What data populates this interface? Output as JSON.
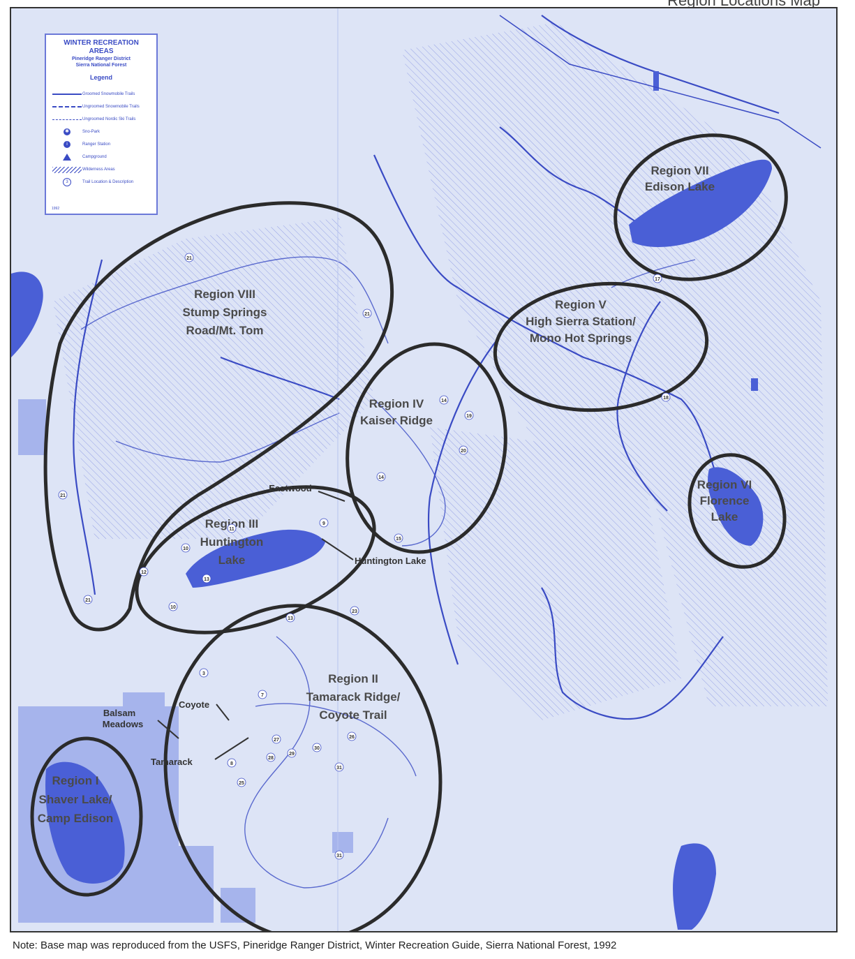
{
  "header": {
    "title_partial": "Region Locations Map"
  },
  "legend": {
    "title": "WINTER RECREATION AREAS",
    "district": "Pineridge Ranger District",
    "forest": "Sierra National Forest",
    "heading": "Legend",
    "items": [
      {
        "label": "Groomed Snowmobile Trails",
        "symbol": "solid-line"
      },
      {
        "label": "Ungroomed Snowmobile Trails",
        "symbol": "dashed-line"
      },
      {
        "label": "Ungroomed Nordic Ski Trails",
        "symbol": "thin-dashed-line"
      },
      {
        "label": "Sno-Park",
        "symbol": "snowflake-icon"
      },
      {
        "label": "Ranger Station",
        "symbol": "ranger-station-icon"
      },
      {
        "label": "Campground",
        "symbol": "campground-icon"
      },
      {
        "label": "Wilderness Areas",
        "symbol": "hatch"
      },
      {
        "label": "Trail Location & Description",
        "symbol": "circled-number",
        "example": "3"
      }
    ],
    "year": "1992"
  },
  "regions": [
    {
      "id": "I",
      "lines": [
        "Region I",
        "Shaver Lake/",
        "Camp Edison"
      ]
    },
    {
      "id": "II",
      "lines": [
        "Region II",
        "Tamarack Ridge/",
        "Coyote Trail"
      ]
    },
    {
      "id": "III",
      "lines": [
        "Region III",
        "Huntington",
        "Lake"
      ]
    },
    {
      "id": "IV",
      "lines": [
        "Region IV",
        "Kaiser Ridge"
      ]
    },
    {
      "id": "V",
      "lines": [
        "Region V",
        "High Sierra Station/",
        "Mono Hot Springs"
      ]
    },
    {
      "id": "VI",
      "lines": [
        "Region VI",
        "Florence",
        "Lake"
      ]
    },
    {
      "id": "VII",
      "lines": [
        "Region VII",
        "Edison Lake"
      ]
    },
    {
      "id": "VIII",
      "lines": [
        "Region VIII",
        "Stump Springs",
        "Road/Mt. Tom"
      ]
    }
  ],
  "place_labels": [
    "Eastwood",
    "Huntington Lake",
    "Coyote",
    "Balsam",
    "Meadows",
    "Tamarack"
  ],
  "trail_numbers": [
    "21",
    "21",
    "21",
    "21",
    "10",
    "10",
    "11",
    "12",
    "13",
    "9",
    "14",
    "14",
    "15",
    "19",
    "20",
    "17",
    "18",
    "23",
    "13",
    "3",
    "7",
    "26",
    "27",
    "28",
    "29",
    "30",
    "31",
    "31",
    "25",
    "8"
  ],
  "colors": {
    "map_base": "#dde4f6",
    "water": "#4a5fd6",
    "lines": "#3a4bc4",
    "region_outline": "#2b2b2b"
  },
  "note": "Note: Base map was reproduced from the USFS, Pineridge Ranger District, Winter Recreation Guide, Sierra National Forest, 1992"
}
